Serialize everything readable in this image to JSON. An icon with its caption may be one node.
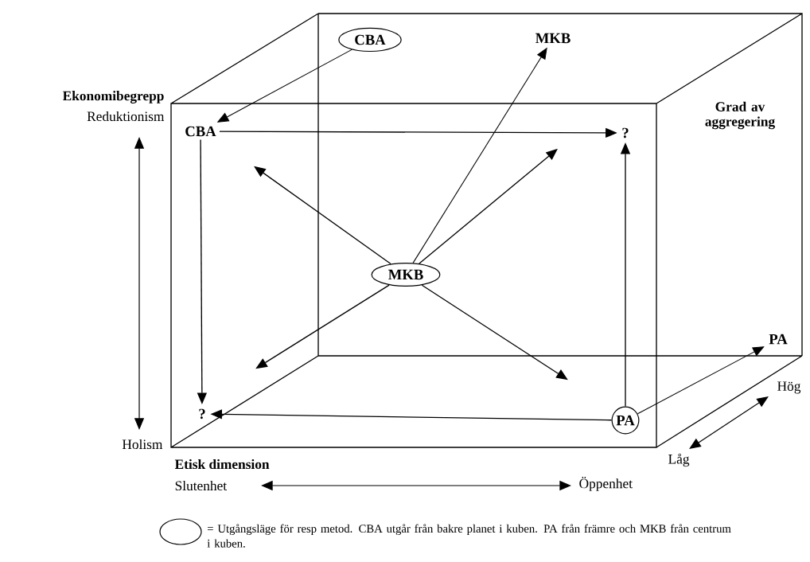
{
  "diagram": {
    "nodes": [
      {
        "text": [
          "CBA"
        ]
      },
      {
        "text": [
          "CBA"
        ]
      },
      {
        "text": [
          "?"
        ]
      },
      {
        "text": [
          "MKB"
        ]
      },
      {
        "text": [
          "MKB"
        ]
      },
      {
        "text": [
          "?"
        ]
      },
      {
        "text": [
          "PA"
        ]
      },
      {
        "text": [
          "PA"
        ]
      }
    ],
    "edges": [
      {
        "from": 0,
        "to": 1,
        "arrow": "to"
      },
      {
        "from": 1,
        "to": 2,
        "arrow": "to"
      },
      {
        "from": 1,
        "to": 5,
        "arrow": "to"
      },
      {
        "from": 4,
        "to": 3,
        "arrow": "to"
      },
      {
        "from": 4,
        "to": null,
        "arrow": "to"
      },
      {
        "from": 4,
        "to": null,
        "arrow": "to"
      },
      {
        "from": 4,
        "to": null,
        "arrow": "to"
      },
      {
        "from": 4,
        "to": null,
        "arrow": "to"
      },
      {
        "from": 6,
        "to": 2,
        "arrow": "to"
      },
      {
        "from": 6,
        "to": 5,
        "arrow": "to"
      },
      {
        "from": 6,
        "to": 7,
        "arrow": "to"
      }
    ],
    "labels": [
      "Ekonomibegrepp",
      "Reduktionism",
      "Grad av aggregering",
      "Holism",
      "Hög",
      "Låg",
      "Etisk dimension",
      "Slutenhet",
      "Öppenhet"
    ],
    "legend": [
      {
        "text": "= Utgångsläge för resp metod. CBA utgår från bakre planet i kuben. PA från främre och MKB från centrum i kuben."
      }
    ]
  }
}
